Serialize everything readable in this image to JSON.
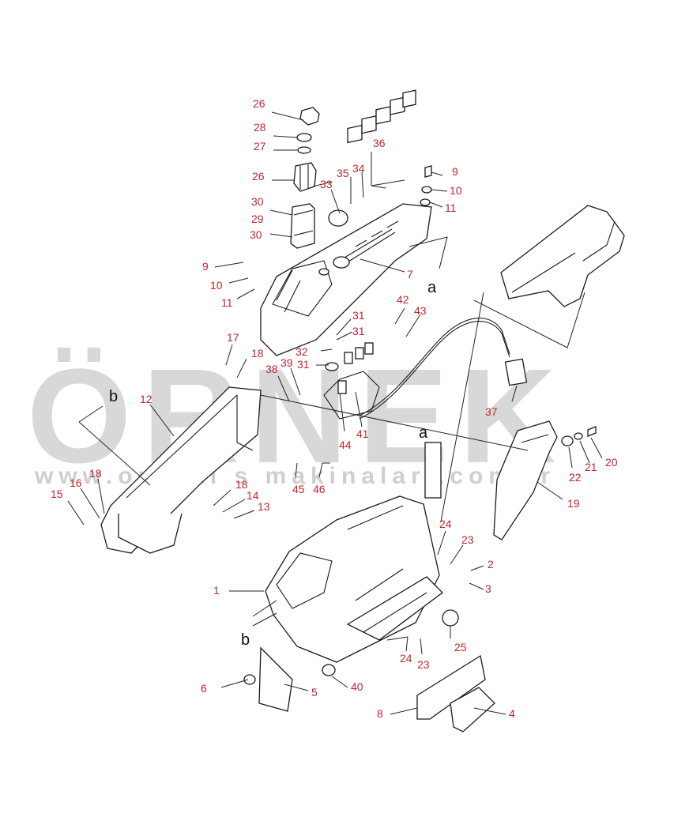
{
  "watermark": {
    "brand": "ÖRNEK",
    "url": "www.orneki s makinalari.com.tr",
    "accent_color": "#f2c94c",
    "text_color": "#d8d8d8"
  },
  "view_letters": [
    "b",
    "a",
    "a",
    "b"
  ],
  "callouts": [
    "26",
    "28",
    "27",
    "26",
    "30",
    "29",
    "30",
    "9",
    "10",
    "11",
    "33",
    "35",
    "34",
    "36",
    "9",
    "10",
    "11",
    "7",
    "42",
    "43",
    "31",
    "31",
    "32",
    "31",
    "39",
    "38",
    "17",
    "18",
    "12",
    "15",
    "16",
    "18",
    "18",
    "14",
    "13",
    "44",
    "41",
    "45",
    "46",
    "37",
    "22",
    "21",
    "20",
    "19",
    "1",
    "24",
    "23",
    "2",
    "3",
    "6",
    "5",
    "40",
    "24",
    "23",
    "25",
    "8",
    "4"
  ]
}
